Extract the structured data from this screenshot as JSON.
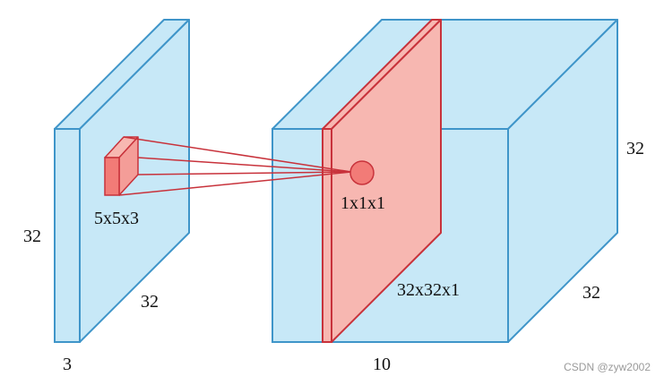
{
  "colors": {
    "volume_fill": "#c7e8f7",
    "volume_stroke": "#3f95c9",
    "slice_fill": "#f7b7b1",
    "slice_stroke": "#c8323b",
    "filter_fill": "#f27b77"
  },
  "labels": {
    "input_height": "32",
    "input_width": "32",
    "input_depth": "3",
    "filter_size": "5x5x3",
    "output_point": "1x1x1",
    "activation_map": "32x32x1",
    "output_height": "32",
    "output_width": "32",
    "output_depth": "10"
  },
  "watermark": "CSDN @zyw2002"
}
